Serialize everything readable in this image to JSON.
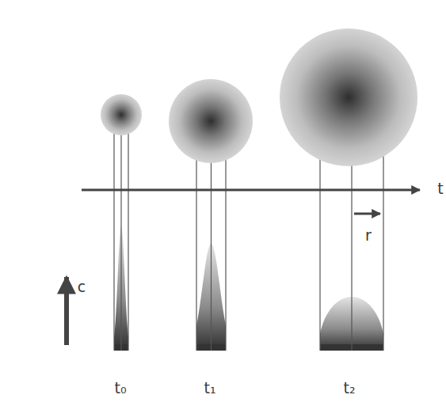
{
  "diagram": {
    "labels": [
      "t",
      "r",
      "c",
      "t₀",
      "t₁",
      "t₂"
    ]
  }
}
